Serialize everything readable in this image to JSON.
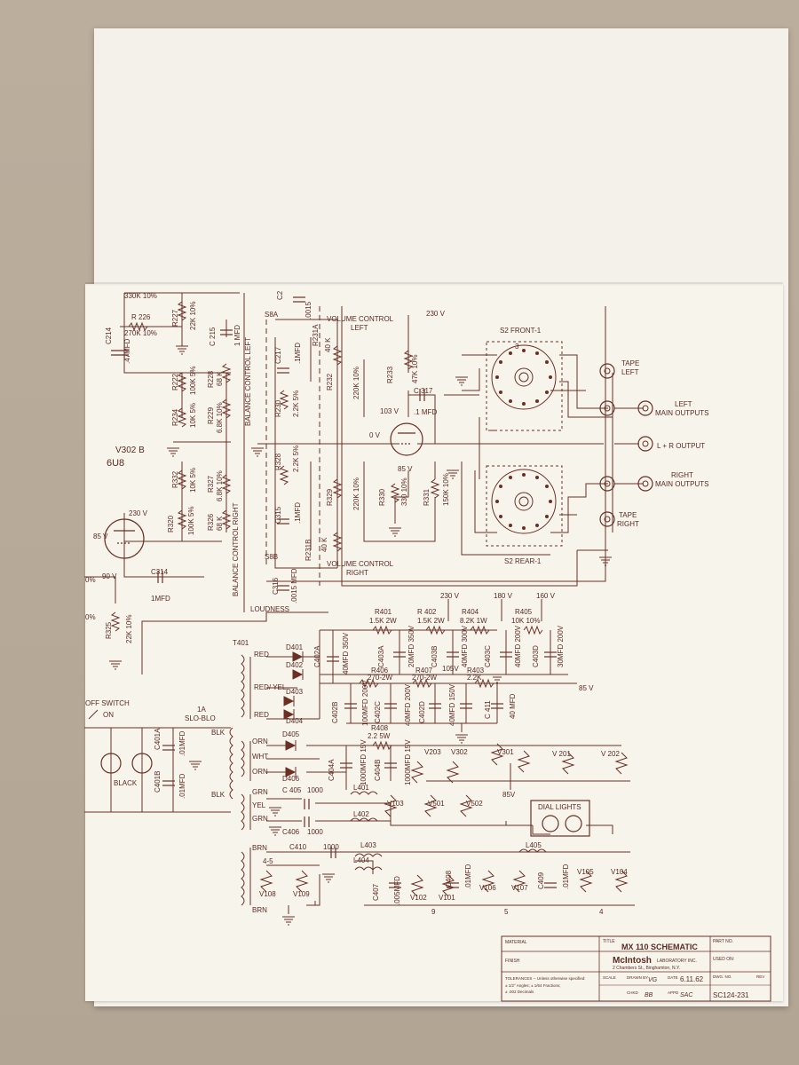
{
  "colors": {
    "ink": "#6b2f24",
    "paper": "#f7f4ec",
    "background": "#b9ab9a"
  },
  "labels": {
    "b230v": "230 V",
    "volctl_left_1": "VOLUME CONTROL",
    "volctl_left_2": "LEFT",
    "volctl_right_1": "VOLUME CONTROL",
    "volctl_right_2": "RIGHT",
    "s2front": "S2 FRONT-1",
    "s2rear": "S2 REAR-1",
    "tape_left_1": "TAPE",
    "tape_left_2": "LEFT",
    "tape_right_1": "TAPE",
    "tape_right_2": "RIGHT",
    "left_main_1": "LEFT",
    "left_main_2": "MAIN OUTPUTS",
    "lr_output": "L + R OUTPUT",
    "right_main_1": "RIGHT",
    "right_main_2": "MAIN OUTPUTS",
    "balance_left": "BALANCE CONTROL LEFT",
    "balance_right": "BALANCE CONTROL RIGHT",
    "loudness": "LOUDNESS",
    "v302b": "V302 B",
    "tube_6u8": "6U8",
    "s8a": "S8A",
    "s8b": "S8B",
    "r226": "R 226",
    "r226v": "270K 10%",
    "r330k": "330K 10%",
    "c214": "C214",
    "c214v": ".47MFD",
    "r227": "R227",
    "r227v": "22K 10%",
    "c215": "C 215",
    "c215v": "1 MFD",
    "r222": "R222",
    "r222v": "100K 5%",
    "r228": "R228",
    "r228v": "68 K",
    "r234": "R234",
    "r234v": "10K 5%",
    "r229": "R229",
    "r229v": "6.8K 10%",
    "r332": "R332",
    "r332v": "10K 5%",
    "r327": "R327",
    "r327v": "6.8K 10%",
    "r320": "R320",
    "r320v": "100K 5%",
    "r326": "R326",
    "r326v": "68 K",
    "r217": "C217",
    "r217v": ".1MFD",
    "r230": "R230",
    "r230v": "2.2K 5%",
    "r328": "R328",
    "r328v": "2.2K 5%",
    "c315": "C315",
    "c315v": ".1MFD",
    "c316": "C316",
    "c316v": ".0015 MFD",
    "c2": "C2",
    "c2v": ".0015",
    "r231a": "R231A",
    "r40k": "40 K",
    "r232": "R232",
    "r232v": "220K 10%",
    "r329": "R329",
    "r329v": "220K 10%",
    "r231b": "R231B",
    "r40k_b": "40 K",
    "r233": "R233",
    "r233v": "47K 10%",
    "c317": "C 317",
    "c317v": ".1 MFD",
    "v103": "103 V",
    "v0": "0 V",
    "v85": "85 V",
    "r330": "R330",
    "r330v": "330 10%",
    "r331": "R331",
    "r331v": "150K 10%",
    "v230_2": "230 V",
    "v85_2": "85 V",
    "v90": "90 V",
    "c314": "C314",
    "c314v": "1MFD",
    "r325": "R325",
    "r325v": "22K 10%",
    "pct": "0%",
    "pct2": "0%",
    "t401": "T401",
    "red1": "RED",
    "redyel": "RED/ YEL",
    "red2": "RED",
    "d401": "D401",
    "d402": "D402",
    "d403": "D403",
    "d404": "D404",
    "d405": "D405",
    "d406": "D406",
    "orn1": "ORN",
    "wht": "WHT",
    "orn2": "ORN",
    "grn1": "GRN",
    "yel": "YEL",
    "grn2": "GRN",
    "brn1": "BRN",
    "brn2": "BRN",
    "c402a": "C402A",
    "c402av": "40MFD 350V",
    "r401": "R401",
    "r401v": "1.5K 2W",
    "r402": "R 402",
    "r402v": "1.5K 2W",
    "r404": "R404",
    "r404v": "8.2K 1W",
    "r405": "R405",
    "r405v": "10K 10%",
    "v230_3": "230 V",
    "v180": "180 V",
    "v160": "160 V",
    "c403a": "C403A",
    "c403av": "20MFD 350V",
    "c403b": "C403B",
    "c403bv": "40MFD 300V",
    "c403c": "C403C",
    "c403cv": "40MFD 200V",
    "c403d": "C403D",
    "c403dv": "30MFD 200V",
    "r406": "R406",
    "r406v": "270-2W",
    "r407": "R407",
    "r407v": "270-2W",
    "v105": "105V",
    "r403": "R403",
    "r403v": "2.2K",
    "v85_3": "85 V",
    "c402b": "C402B",
    "c402bv": "100MFD 200V",
    "c402c": "C402C",
    "c402cv": "40MFD 200V",
    "c402d": "C402D",
    "c402dv": "40MFD 150V",
    "c411": "C 411",
    "c411v": "40 MFD",
    "r408": "R408",
    "r408v": "2.2 5W",
    "c404a": "C404A",
    "c404av": "1000MFD 15V",
    "c404b": "C404B",
    "c404bv": "1000MFD 15V",
    "v203": "V203",
    "v302": "V302",
    "v301": "V301",
    "v201": "V 201",
    "v202": "V 202",
    "v85_4": "85V",
    "c405": "C 405",
    "c405v": "1000",
    "l401": "L401",
    "l402": "L402",
    "c406": "C406",
    "c406v": "1000",
    "v103b": "V103",
    "v501": "V501",
    "v502": "V502",
    "dial_lights": "DIAL LIGHTS",
    "c410": "C410",
    "c410v": "1000",
    "l403": "L403",
    "l404": "L404",
    "l405": "L405",
    "v108": "V108",
    "v109": "V109",
    "c407": "C407",
    "c407v": ".005MFD",
    "v102": "V102",
    "v101": "V101",
    "c408": "C408",
    "c408v": ".01MFD",
    "v106": "V106",
    "v107": "V107",
    "c409": "C409",
    "c409v": ".01MFD",
    "v105b": "V105",
    "v104": "V104",
    "off_switch": "OFF SWITCH",
    "on": "ON",
    "fuse_1a": "1A",
    "fuse_slo": "SLO-BLO",
    "blk1": "BLK",
    "blk2": "BLK",
    "black": "BLACK",
    "c401a": "C401A",
    "c401av": ".01MFD",
    "c401b": "C401B",
    "c401bv": ".01MFD",
    "n45": "4-5",
    "n3": "3",
    "n4": "4",
    "n5": "5",
    "n9": "9"
  },
  "title_block": {
    "material": "MATERIAL",
    "title_label": "TITLE",
    "title": "MX 110 SCHEMATIC",
    "part_no": "PART NO.",
    "finish": "FINISH",
    "company": "McIntosh",
    "company_sub": "LABORATORY INC.",
    "address": "2 Chambers St., Binghamton, N.Y.",
    "used_on": "USED ON:",
    "tolerances": "TOLERANCES -- Unless otherwise specified:",
    "tol_angles": "± 1/2° Angles; ± 1/64 Fractions;",
    "tol_dec": "± .002 Decimals",
    "scale": "SCALE",
    "drawn_by": "DRAWN BY",
    "drawn_by_val": "VG",
    "date": "DATE",
    "date_val": "6.11.62",
    "chkd": "CHKD",
    "chkd_val": "BB",
    "appd": "APPD",
    "appd_val": "SAC",
    "dwg_no": "DWG. NO.",
    "dwg_no_val": "SC124-231",
    "rev": "REV"
  }
}
